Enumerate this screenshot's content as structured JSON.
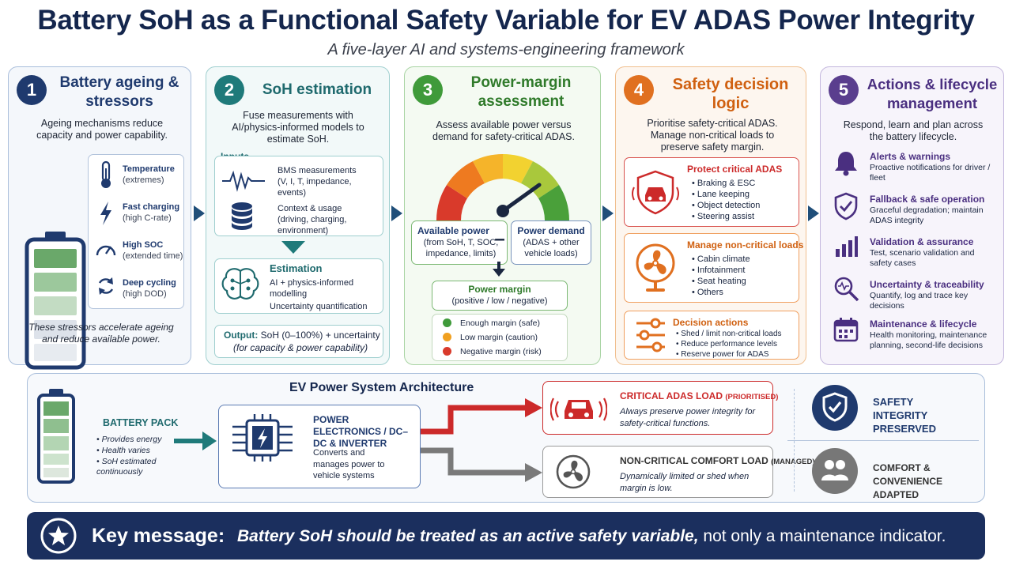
{
  "title": "Battery SoH as a Functional Safety Variable for EV ADAS Power Integrity",
  "subtitle": "A five-layer AI and systems-engineering framework",
  "p1": {
    "num": "1",
    "title": "Battery ageing & stressors",
    "desc": "Ageing mechanisms reduce capacity and power capability.",
    "stressors": [
      {
        "name": "Temperature",
        "sub": "(extremes)",
        "icon": "thermometer-icon"
      },
      {
        "name": "Fast charging",
        "sub": "(high C-rate)",
        "icon": "lightning-icon"
      },
      {
        "name": "High SOC",
        "sub": "(extended time)",
        "icon": "gauge-icon"
      },
      {
        "name": "Deep cycling",
        "sub": "(high DOD)",
        "icon": "cycle-icon"
      }
    ],
    "note": "These stressors accelerate ageing and reduce available power."
  },
  "p2": {
    "num": "2",
    "title": "SoH estimation",
    "desc": "Fuse measurements with AI/physics-informed models to estimate SoH.",
    "inputs_label": "Inputs",
    "bms_title": "BMS measurements",
    "bms_sub": "(V, I, T, impedance, events)",
    "ctx_title": "Context & usage",
    "ctx_sub": "(driving, charging, environment)",
    "est_title": "Estimation",
    "est_line1": "AI + physics-informed modelling",
    "est_line2": "Uncertainty quantification",
    "out_label": "Output:",
    "out_text": "SoH (0–100%) + uncertainty",
    "out_sub": "(for capacity & power capability)"
  },
  "p3": {
    "num": "3",
    "title": "Power-margin assessment",
    "desc": "Assess available power versus demand for safety-critical ADAS.",
    "avail_title": "Available power",
    "avail_sub": "(from SoH, T, SOC, impedance, limits)",
    "minus": "–",
    "demand_title": "Power demand",
    "demand_sub": "(ADAS + other vehicle loads)",
    "margin_title": "Power margin",
    "margin_sub": "(positive / low / negative)",
    "levels": [
      {
        "label": "Enough margin (safe)",
        "color": "#3f9a3a"
      },
      {
        "label": "Low margin (caution)",
        "color": "#f0a020"
      },
      {
        "label": "Negative margin (risk)",
        "color": "#d93a2b"
      }
    ]
  },
  "p4": {
    "num": "4",
    "title": "Safety decision logic",
    "desc": "Prioritise safety-critical ADAS. Manage non-critical loads to preserve safety margin.",
    "protect_title": "Protect critical ADAS",
    "protect_items": [
      "Braking & ESC",
      "Lane keeping",
      "Object detection",
      "Steering assist"
    ],
    "manage_title": "Manage non-critical loads",
    "manage_items": [
      "Cabin climate",
      "Infotainment",
      "Seat heating",
      "Others"
    ],
    "dec_title": "Decision actions",
    "dec_items": [
      "Shed / limit non-critical loads",
      "Reduce performance levels",
      "Reserve power for ADAS"
    ]
  },
  "p5": {
    "num": "5",
    "title": "Actions & lifecycle management",
    "desc": "Respond, learn and plan across the battery lifecycle.",
    "items": [
      {
        "title": "Alerts & warnings",
        "sub": "Proactive notifications for driver / fleet",
        "icon": "bell-icon"
      },
      {
        "title": "Fallback & safe operation",
        "sub": "Graceful degradation; maintain ADAS integrity",
        "icon": "shield-check-icon"
      },
      {
        "title": "Validation & assurance",
        "sub": "Test, scenario validation and safety cases",
        "icon": "bar-chart-icon"
      },
      {
        "title": "Uncertainty & traceability",
        "sub": "Quantify, log and trace key decisions",
        "icon": "magnifier-icon"
      },
      {
        "title": "Maintenance & lifecycle",
        "sub": "Health monitoring, maintenance planning, second-life decisions",
        "icon": "calendar-icon"
      }
    ]
  },
  "arch": {
    "title": "EV Power System Architecture",
    "pack_title": "BATTERY PACK",
    "pack_items": [
      "Provides energy",
      "Health varies",
      "SoH estimated continuously"
    ],
    "pe_title": "POWER ELECTRONICS / DC–DC & INVERTER",
    "pe_sub": "Converts and manages power to vehicle systems",
    "crit_title": "CRITICAL ADAS LOAD",
    "crit_tag": "(PRIORITISED)",
    "crit_sub": "Always preserve power integrity for safety-critical functions.",
    "non_title": "NON-CRITICAL COMFORT LOAD",
    "non_tag": "(MANAGED)",
    "non_sub": "Dynamically limited or shed when margin is low.",
    "safety_label": "SAFETY INTEGRITY PRESERVED",
    "comfort_label": "COMFORT & CONVENIENCE ADAPTED"
  },
  "key": {
    "label": "Key message:",
    "emph": "Battery SoH should be treated as an active safety variable,",
    "rest": "not only a maintenance indicator."
  },
  "colors": {
    "navy": "#1f3a6e",
    "teal": "#1f7a7a",
    "green": "#3f9a3a",
    "orange": "#e07020",
    "purple": "#5a3e8e",
    "red": "#cc2a2a",
    "gray": "#7a7a7a"
  }
}
